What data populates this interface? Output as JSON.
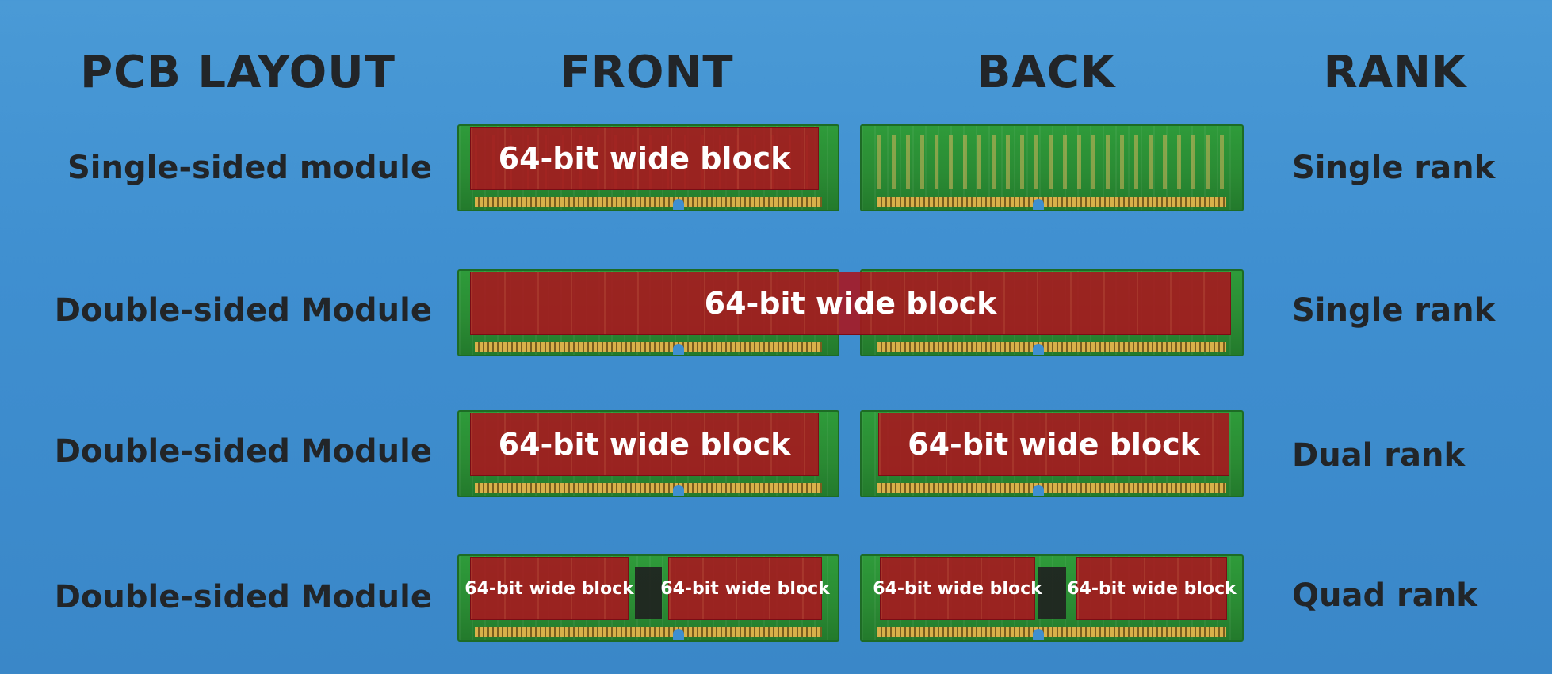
{
  "headers": {
    "pcb_layout": "PCB LAYOUT",
    "front": "FRONT",
    "back": "BACK",
    "rank": "RANK"
  },
  "rows": [
    {
      "layout": "Single-sided module",
      "rank": "Single rank",
      "blocks": [
        "64-bit wide block"
      ]
    },
    {
      "layout": "Double-sided Module",
      "rank": "Single rank",
      "blocks": [
        "64-bit wide block"
      ]
    },
    {
      "layout": "Double-sided Module",
      "rank": "Dual rank",
      "blocks": [
        "64-bit wide block",
        "64-bit wide block"
      ]
    },
    {
      "layout": "Double-sided Module",
      "rank": "Quad rank",
      "blocks": [
        "64-bit wide block",
        "64-bit wide block",
        "64-bit wide block",
        "64-bit wide block"
      ]
    }
  ],
  "colors": {
    "background": "#3f8fd0",
    "text": "#222528",
    "block": "#aa141e",
    "pcb": "#2a8a33"
  }
}
